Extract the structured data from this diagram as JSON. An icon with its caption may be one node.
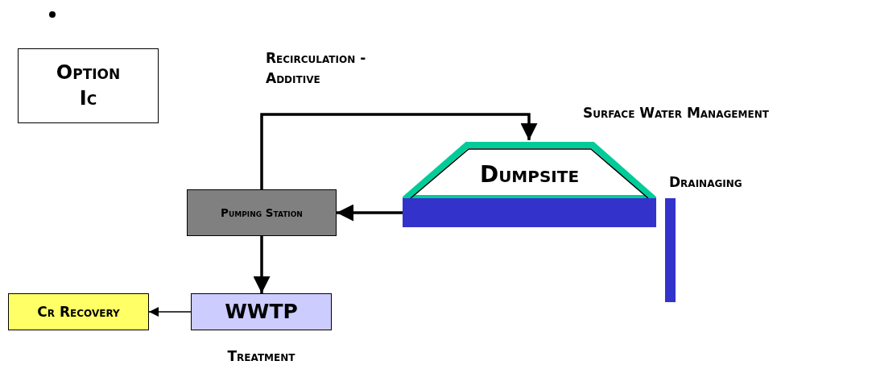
{
  "diagram": {
    "nodes": [
      {
        "text": [
          "Option Ic"
        ]
      },
      {
        "text": [
          "Pumping Station"
        ]
      },
      {
        "text": [
          "Dumpsite"
        ]
      },
      {
        "text": [
          "WWTP"
        ],
        "beside": [
          "Treatment"
        ]
      },
      {
        "text": [
          "Cr Recovery"
        ]
      }
    ],
    "edges": [
      {
        "from": 1,
        "to": 2,
        "arrow": "to",
        "label": "Recirculation - Additive"
      },
      {
        "from": 2,
        "to": 1,
        "arrow": "to"
      },
      {
        "from": 1,
        "to": 3,
        "arrow": "to"
      },
      {
        "from": 3,
        "to": 4,
        "arrow": "to"
      }
    ],
    "labels": [
      "Surface Water Management",
      "Drainaging"
    ]
  }
}
